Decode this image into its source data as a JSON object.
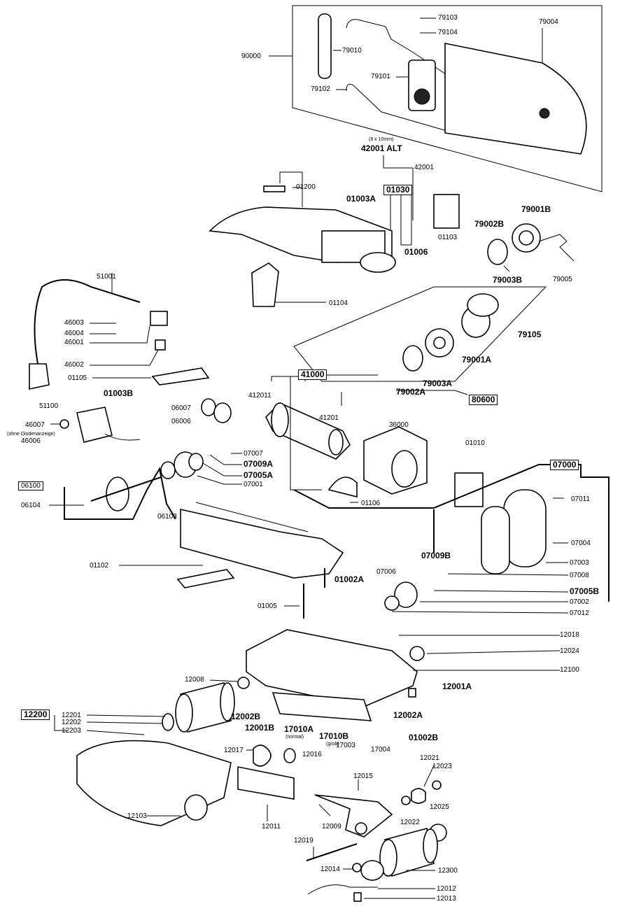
{
  "labels": {
    "l90000": "90000",
    "l79010": "79010",
    "l79103": "79103",
    "l79104": "79104",
    "l79004": "79004",
    "l79101": "79101",
    "l79102": "79102",
    "l8x10": "(8 x 10mm)",
    "l42001alt": "42001 ALT",
    "l42001": "42001",
    "l01200": "01200",
    "l01003a": "01003A",
    "l01030": "01030",
    "l01006": "01006",
    "l01103": "01103",
    "l79002b": "79002B",
    "l79001b": "79001B",
    "l79003b": "79003B",
    "l79005": "79005",
    "l51001": "51001",
    "l01104": "01104",
    "l46003": "46003",
    "l46004": "46004",
    "l46001": "46001",
    "l46002": "46002",
    "l01105": "01105",
    "l01003b": "01003B",
    "l51100": "51100",
    "l46007": "46007",
    "lohne": "(ohne Diodenanzeige)",
    "l46006": "46006",
    "l06007": "06007",
    "l06006": "06006",
    "l41000": "41000",
    "l412011": "412011",
    "l41201": "41201",
    "l79105": "79105",
    "l79001a": "79001A",
    "l79003a": "79003A",
    "l79002a": "79002A",
    "l80600": "80600",
    "l36000": "36000",
    "l01010": "01010",
    "l07000": "07000",
    "l07007": "07007",
    "l07009a": "07009A",
    "l07005a": "07005A",
    "l07001": "07001",
    "l06100": "06100",
    "l06104": "06104",
    "l06103": "06103",
    "l01106": "01106",
    "l07011": "07011",
    "l07004": "07004",
    "l07009b": "07009B",
    "l07003": "07003",
    "l07008": "07008",
    "l07005b": "07005B",
    "l07002": "07002",
    "l07012": "07012",
    "l07006": "07006",
    "l01102": "01102",
    "l01002a": "01002A",
    "l01005": "01005",
    "l12018": "12018",
    "l12024": "12024",
    "l12100": "12100",
    "l12008": "12008",
    "l12001a": "12001A",
    "l12200": "12200",
    "l12201": "12201",
    "l12202": "12202",
    "l12203": "12203",
    "l12002b": "12002B",
    "l12001b": "12001B",
    "l17010a": "17010A",
    "lnormal": "(normal)",
    "l17010b": "17010B",
    "lgrob": "(grob)",
    "l12002a": "12002A",
    "l17003": "17003",
    "l17004": "17004",
    "l01002b": "01002B",
    "l12017": "12017",
    "l12016": "12016",
    "l12015": "12015",
    "l12021": "12021",
    "l12023": "12023",
    "l12103": "12103",
    "l12011": "12011",
    "l12009": "12009",
    "l12022": "12022",
    "l12025": "12025",
    "l12019": "12019",
    "l12014": "12014",
    "l12300": "12300",
    "l12012": "12012",
    "l12013": "12013"
  }
}
